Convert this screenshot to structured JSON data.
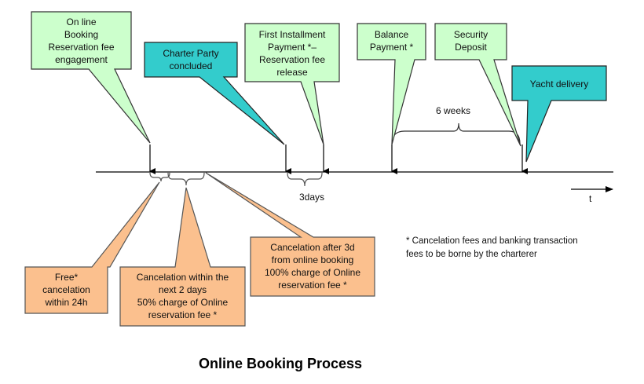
{
  "title": "Online Booking Process",
  "colors": {
    "milestone_fill": "#ccffcc",
    "key_event_fill": "#33cccc",
    "cancel_fill": "#fbc08e",
    "stroke": "#333333"
  },
  "milestones": [
    {
      "id": "online-booking",
      "label": "On line\nBooking\nReservation fee\nengagement",
      "kind": "milestone"
    },
    {
      "id": "charter-party",
      "label": "Charter Party\nconcluded",
      "kind": "key_event"
    },
    {
      "id": "first-installment",
      "label": "First Installment\nPayment *–\nReservation fee\nrelease",
      "kind": "milestone"
    },
    {
      "id": "balance-payment",
      "label": "Balance\nPayment *",
      "kind": "milestone"
    },
    {
      "id": "security-deposit",
      "label": "Security\nDeposit",
      "kind": "milestone"
    },
    {
      "id": "yacht-delivery",
      "label": "Yacht delivery",
      "kind": "key_event"
    }
  ],
  "cancellations": [
    {
      "id": "free-cancel",
      "label": "Free*\ncancelation\nwithin 24h"
    },
    {
      "id": "two-days-cancel",
      "label": "Cancelation  within the\nnext 2 days\n50% charge of Online\nreservation fee *"
    },
    {
      "id": "after-3d-cancel",
      "label": "Cancelation after 3d\nfrom online booking\n100% charge of Online\nreservation fee *"
    }
  ],
  "intervals": {
    "three_days": "3days",
    "six_weeks": "6 weeks"
  },
  "time_axis_label": "t",
  "footnote": "* Cancelation fees and banking transaction\nfees to be borne by the charterer"
}
